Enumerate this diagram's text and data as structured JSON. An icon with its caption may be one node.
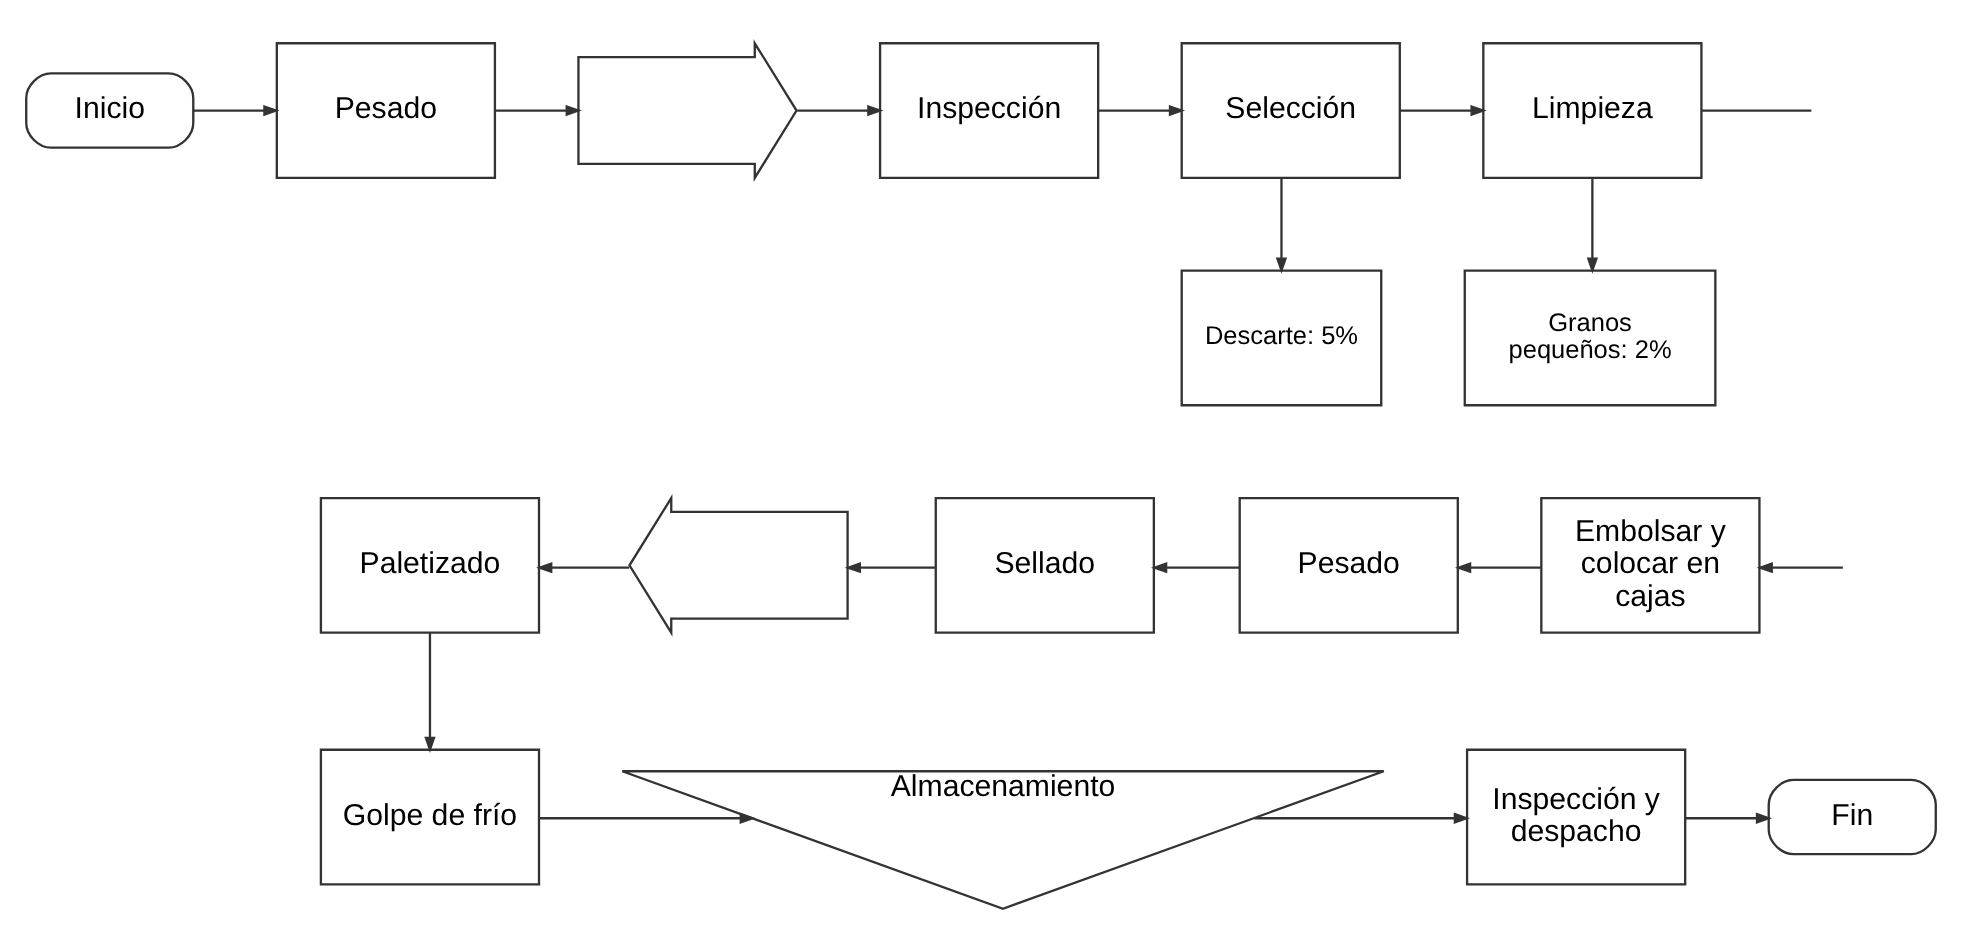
{
  "diagram": {
    "nodes": [
      {
        "text": [
          "Inicio"
        ]
      },
      {
        "text": [
          "Pesado"
        ]
      },
      {
        "text": [],
        "shape": "arrow"
      },
      {
        "text": [
          "Inspección"
        ]
      },
      {
        "text": [
          "Selección"
        ]
      },
      {
        "text": [
          "Limpieza"
        ]
      },
      {
        "text": [
          "Descarte: 5%"
        ]
      },
      {
        "text": [
          "Granos pequeños: 2%"
        ]
      },
      {
        "text": [
          "Embolsar y colocar en cajas"
        ]
      },
      {
        "text": [
          "Pesado"
        ]
      },
      {
        "text": [
          "Sellado"
        ]
      },
      {
        "text": [],
        "shape": "arrow"
      },
      {
        "text": [
          "Paletizado"
        ]
      },
      {
        "text": [
          "Golpe de frío"
        ]
      },
      {
        "text": [
          "Almacenamiento"
        ]
      },
      {
        "text": [
          "Inspección y despacho"
        ]
      },
      {
        "text": [
          "Fin"
        ]
      }
    ],
    "edges": [
      {
        "from": 0,
        "to": 1,
        "arrow": "to"
      },
      {
        "from": 1,
        "to": 2,
        "arrow": "to"
      },
      {
        "from": 2,
        "to": 3,
        "arrow": "to"
      },
      {
        "from": 3,
        "to": 4,
        "arrow": "to"
      },
      {
        "from": 4,
        "to": 5,
        "arrow": "to"
      },
      {
        "from": 4,
        "to": 6,
        "arrow": "to"
      },
      {
        "from": 5,
        "to": 7,
        "arrow": "to"
      },
      {
        "from": 5,
        "to": null,
        "arrow": "none"
      },
      {
        "from": null,
        "to": 8,
        "arrow": "to"
      },
      {
        "from": 8,
        "to": 9,
        "arrow": "to"
      },
      {
        "from": 9,
        "to": 10,
        "arrow": "to"
      },
      {
        "from": 10,
        "to": 11,
        "arrow": "to"
      },
      {
        "from": 11,
        "to": 12,
        "arrow": "to"
      },
      {
        "from": 12,
        "to": 13,
        "arrow": "to"
      },
      {
        "from": 13,
        "to": 14,
        "arrow": "to"
      },
      {
        "from": 14,
        "to": 15,
        "arrow": "to"
      },
      {
        "from": 15,
        "to": 16,
        "arrow": "to"
      }
    ]
  }
}
